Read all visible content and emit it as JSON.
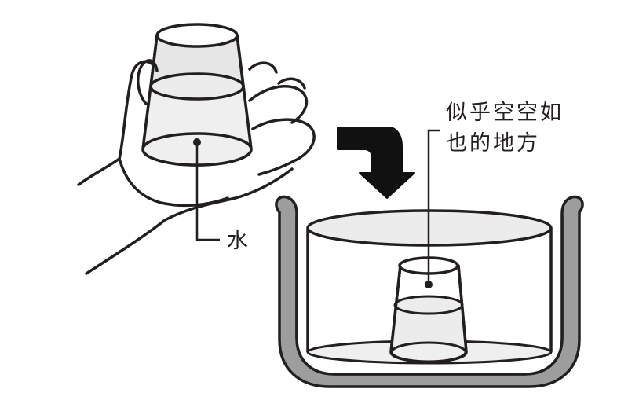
{
  "labels": {
    "water": "水",
    "empty_space_line1": "似乎空空如",
    "empty_space_line2": "也的地方"
  },
  "colors": {
    "ink": "#231f20",
    "fill_light": "#e6e6e6",
    "fill_water": "#efefef",
    "pot_rim": "#9d9d9d",
    "arrow": "#111111"
  }
}
